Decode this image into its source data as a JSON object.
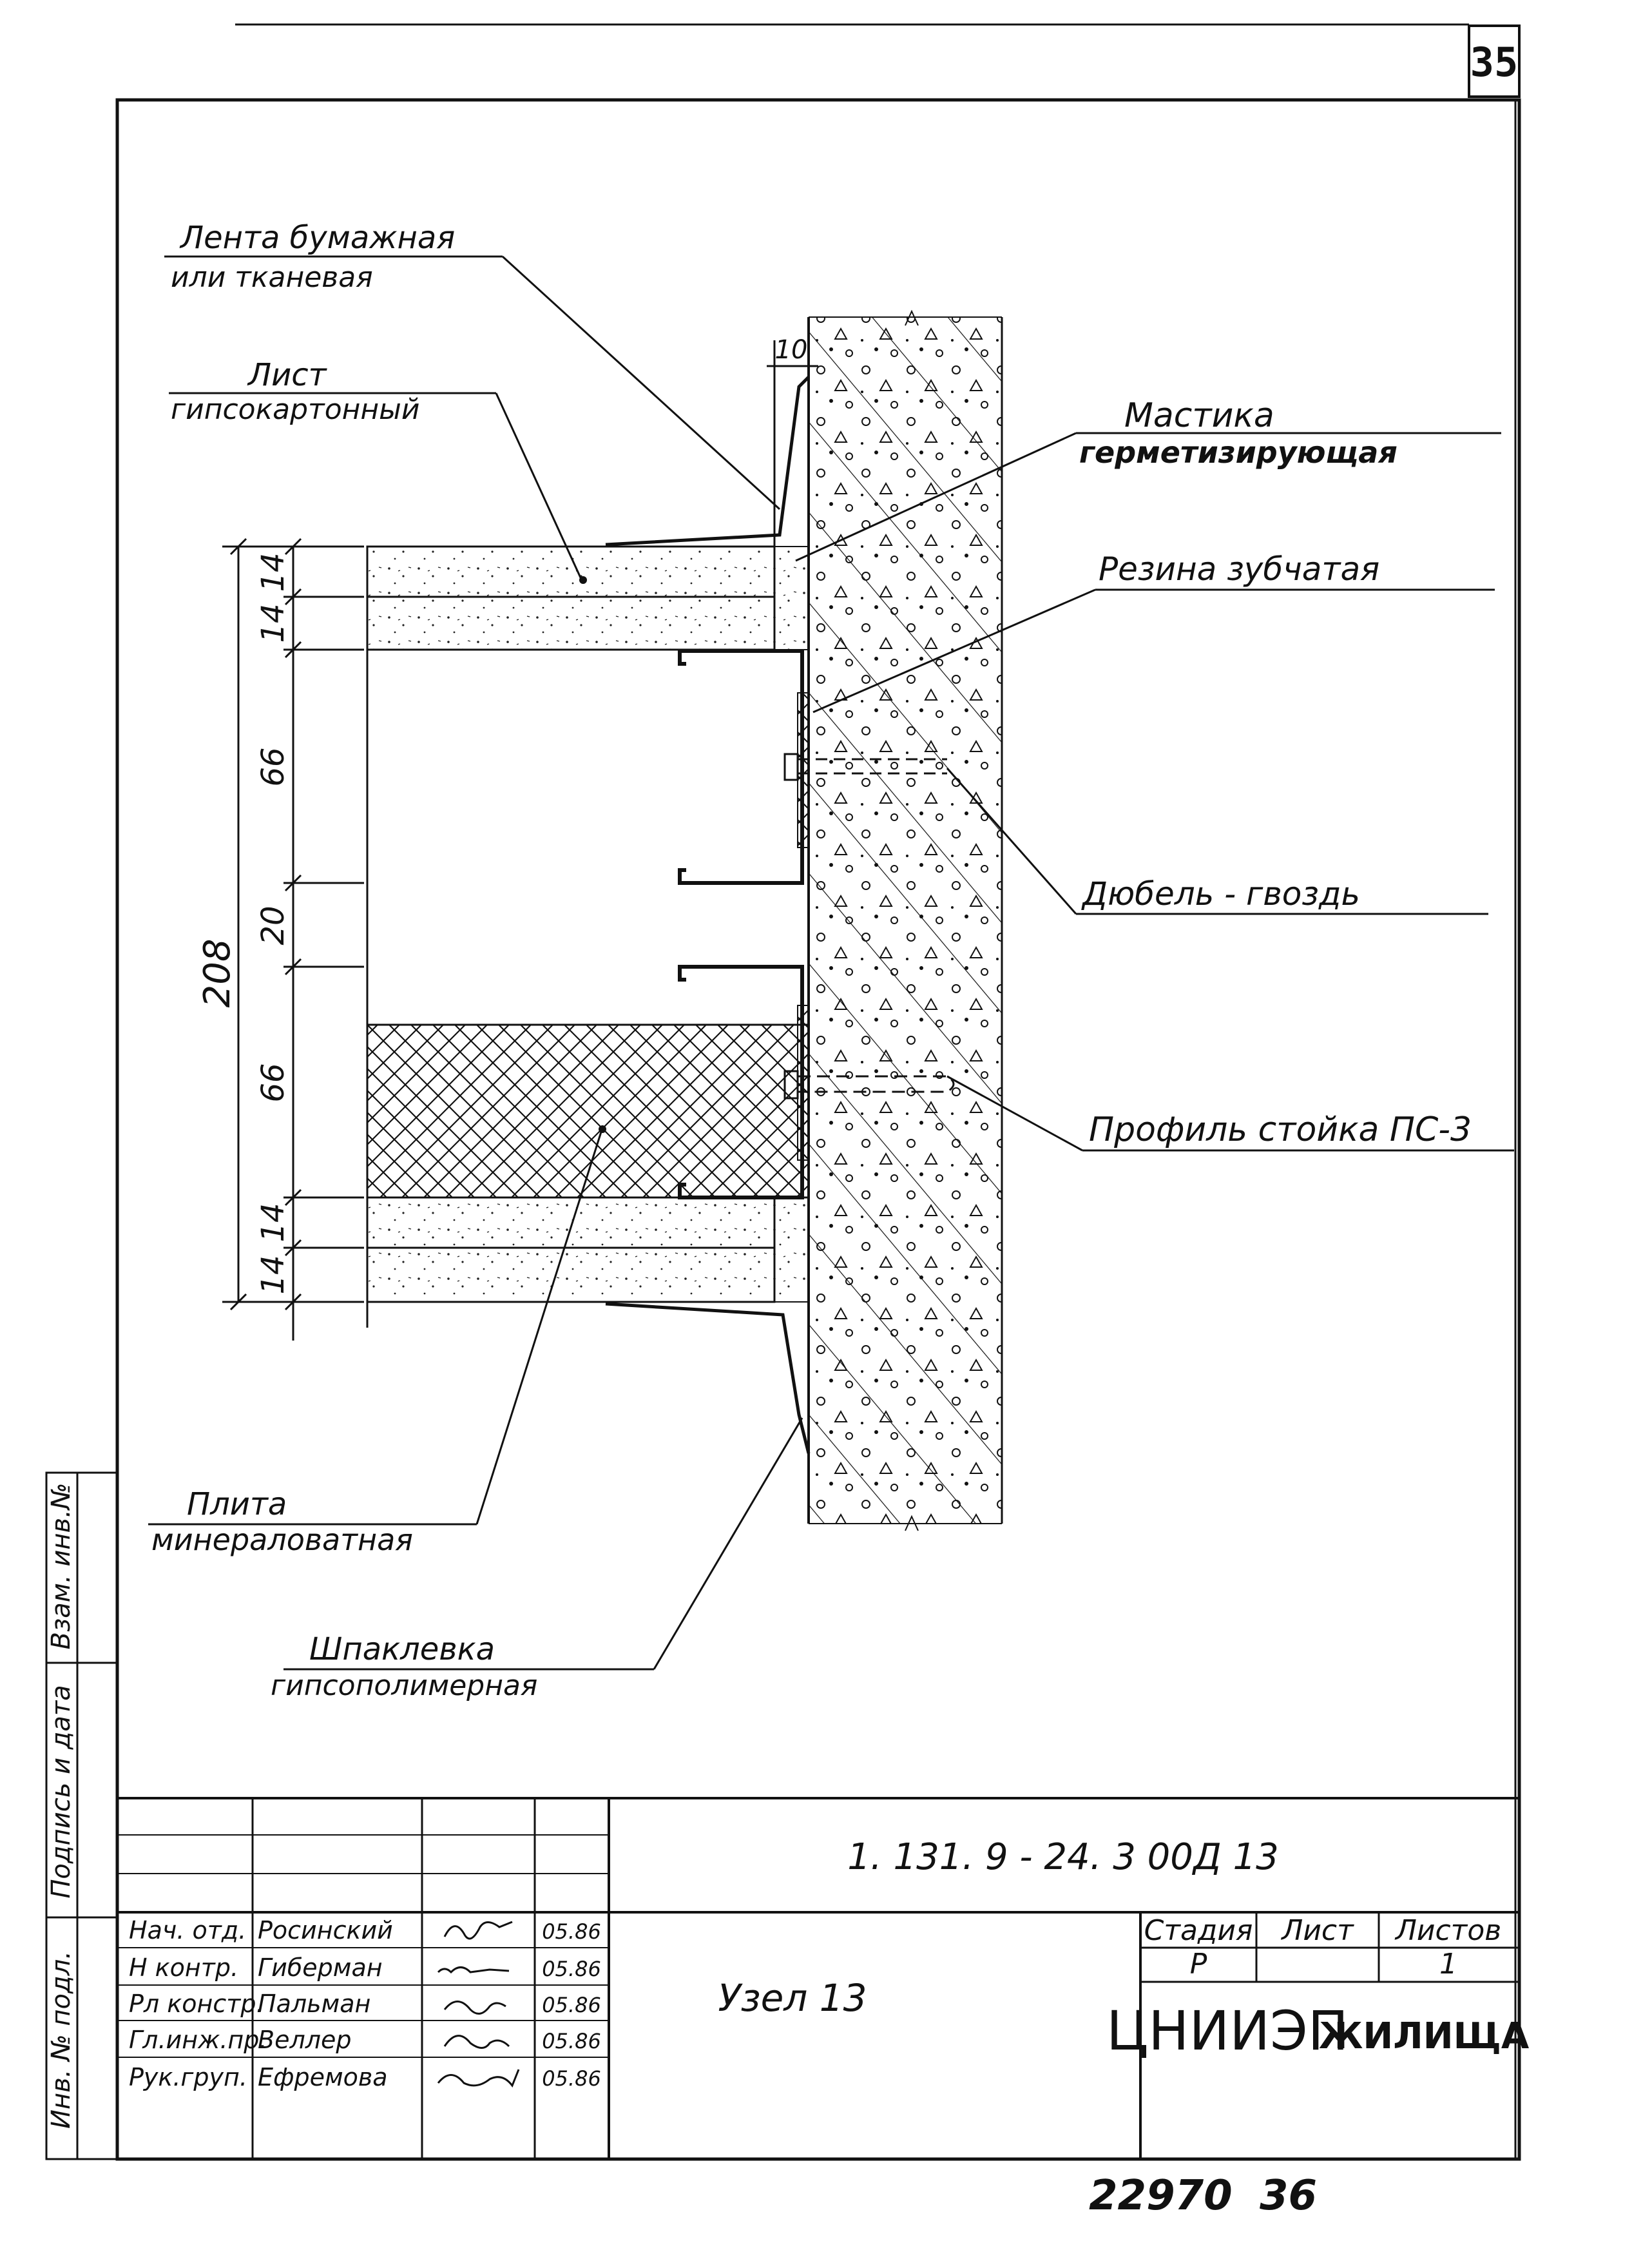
{
  "sheet_number": "35",
  "labels": {
    "tape_line1": "Лента бумажная",
    "tape_line2": "или тканевая",
    "drywall_line1": "Лист",
    "drywall_line2": "гипсокартонный",
    "mastic_line1": "Мастика",
    "mastic_line2": "герметизирующая",
    "rubber": "Резина зубчатая",
    "dowel": "Дюбель - гвоздь",
    "profile": "Профиль стойка ПС-3",
    "mineral_line1": "Плита",
    "mineral_line2": "минераловатная",
    "putty_line1": "Шпаклевка",
    "putty_line2": "гипсополимерная"
  },
  "dimensions": {
    "gap": "10",
    "total": "208",
    "layers": [
      "14",
      "14",
      "66",
      "20",
      "66",
      "14",
      "14"
    ]
  },
  "side_stamp": {
    "inv_sub": "Инв. № подл.",
    "sign_date": "Подпись и дата",
    "replace_inv": "Взам. инв.№"
  },
  "title_block": {
    "doc_code": "1. 131. 9 - 24. 3  00Д 13",
    "title": "Узел 13",
    "stage_header": "Стадия",
    "sheet_header": "Лист",
    "sheets_header": "Листов",
    "stage": "Р",
    "sheet": "",
    "sheets": "1",
    "org_name1": "ЦНИИЭП",
    "org_name2": "ЖИЛИЩА",
    "people": [
      {
        "role": "Нач. отд.",
        "name": "Росинский",
        "date": "05.86"
      },
      {
        "role": "Н контр.",
        "name": "Гиберман",
        "date": "05.86"
      },
      {
        "role": "Рл констр.",
        "name": "Пальман",
        "date": "05.86"
      },
      {
        "role": "Гл.инж.пр.",
        "name": "Веллер",
        "date": "05.86"
      },
      {
        "role": "Рук.груп.",
        "name": "Ефремова",
        "date": "05.86"
      }
    ]
  },
  "footer": {
    "archive_number": "22970",
    "page": "36"
  }
}
